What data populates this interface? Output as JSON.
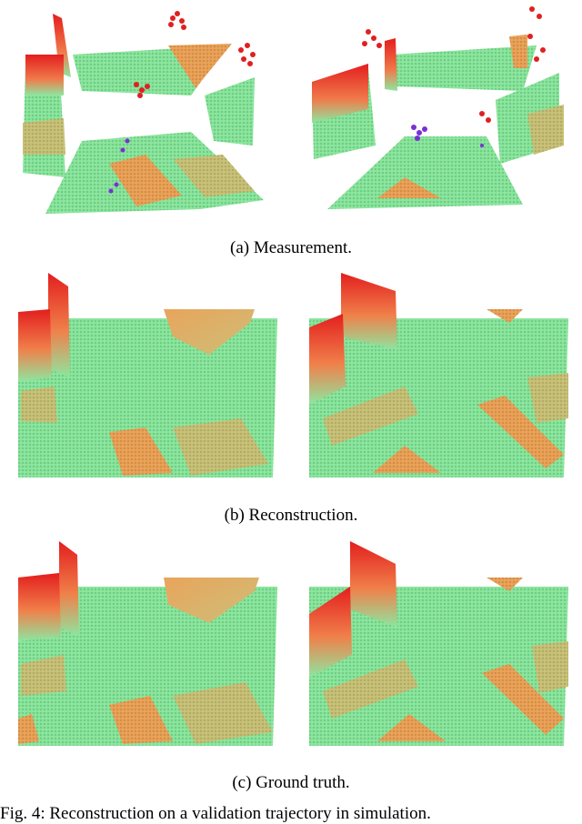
{
  "captions": {
    "a": "(a) Measurement.",
    "b": "(b) Reconstruction.",
    "c": "(c) Ground truth.",
    "figure": "Fig. 4: Reconstruction on a validation trajectory in simulation."
  },
  "colors": {
    "floor_green": "#8ee6a0",
    "ramp_orange": "#e9a45c",
    "olive": "#c9c27a",
    "wall_red": "#e31e1e",
    "outlier_red": "#e02020",
    "outlier_purple": "#7b2fd6",
    "tan": "#d8b48a"
  }
}
